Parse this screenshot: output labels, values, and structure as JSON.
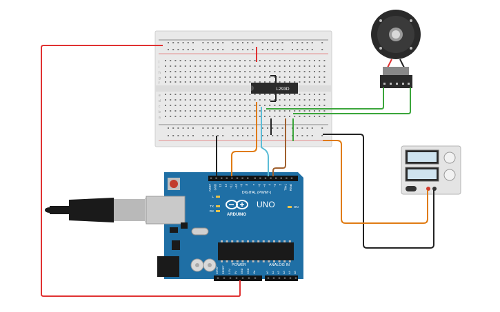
{
  "breadboard": {
    "rows_top": [
      "j",
      "i",
      "h",
      "g",
      "f"
    ],
    "rows_bottom": [
      "e",
      "d",
      "c",
      "b",
      "a"
    ]
  },
  "driver_chip": {
    "label": "L293D"
  },
  "arduino": {
    "brand": "ARDUINO",
    "model": "UNO",
    "digital_label": "DIGITAL (PWM~)",
    "power_label": "POWER",
    "analog_label": "ANALOG IN",
    "on_label": "ON",
    "tx_label": "TX",
    "rx_label": "RX",
    "l_label": "L",
    "digital_pins": [
      "AREF",
      "GND",
      "13",
      "12",
      "~11",
      "~10",
      "~9",
      "8",
      "7",
      "~6",
      "~5",
      "4",
      "~3",
      "2",
      "TX▸1",
      "RX◂0"
    ],
    "power_pins": [
      "IOREF",
      "RESET",
      "3.3V",
      "5V",
      "GND",
      "GND",
      "Vin"
    ],
    "analog_pins": [
      "A0",
      "A1",
      "A2",
      "A3",
      "A4",
      "A5"
    ]
  },
  "colors": {
    "wire_red": "#e03131",
    "wire_black": "#222222",
    "wire_green": "#3aa53a",
    "wire_orange": "#e07b12",
    "wire_cyan": "#5bbcd6",
    "wire_brown": "#a0602e",
    "board_blue": "#1f6fa5"
  }
}
